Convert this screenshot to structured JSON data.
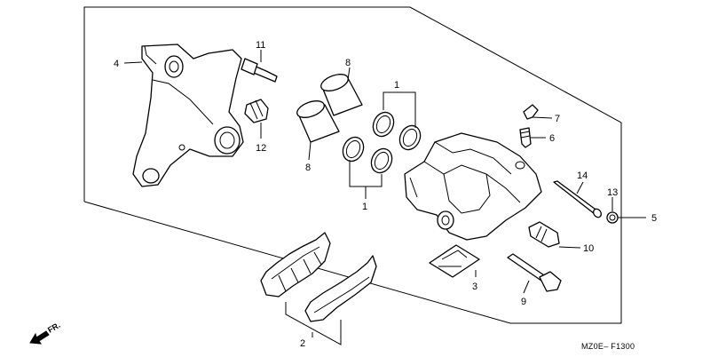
{
  "diagram_code": "MZ0E– F1300",
  "direction_label": "FR.",
  "callouts": {
    "c1_top": "1",
    "c1_bottom": "1",
    "c2": "2",
    "c3": "3",
    "c4": "4",
    "c5": "5",
    "c6": "6",
    "c7": "7",
    "c8_top": "8",
    "c8_bottom": "8",
    "c9": "9",
    "c10": "10",
    "c11": "11",
    "c12": "12",
    "c13": "13",
    "c14": "14"
  }
}
